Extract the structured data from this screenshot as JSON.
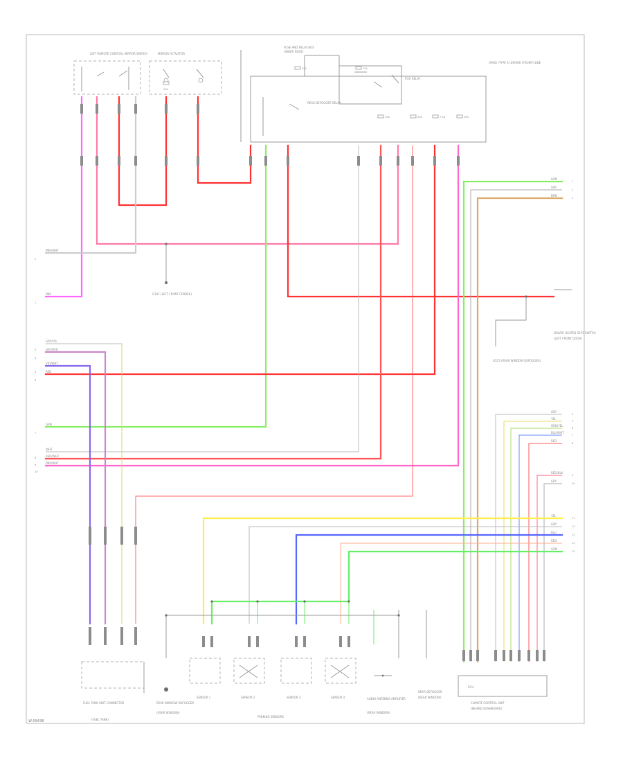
{
  "diagram": {
    "figure_code": "W-09438",
    "connectors_left": [
      {
        "id": "c1",
        "wire": "PNK/WHT",
        "pin": "1"
      },
      {
        "id": "c2",
        "wire": "PNK",
        "pin": "2"
      },
      {
        "id": "c3",
        "wire": "GRY/YEL",
        "pin": "3"
      },
      {
        "id": "c4",
        "wire": "GRY/RED",
        "pin": "4"
      },
      {
        "id": "c5",
        "wire": "VIO/WHT",
        "pin": "5"
      },
      {
        "id": "c6",
        "wire": "RED",
        "pin": "6"
      },
      {
        "id": "c7",
        "wire": "GRN",
        "pin": "7"
      },
      {
        "id": "c8",
        "wire": "WHT",
        "pin": "8"
      },
      {
        "id": "c9",
        "wire": "RED/WHT",
        "pin": "9"
      },
      {
        "id": "c10",
        "wire": "PNK/WHT",
        "pin": "10"
      }
    ],
    "connectors_right": [
      {
        "id": "r1",
        "wire": "GRN",
        "pin": "1"
      },
      {
        "id": "r2",
        "wire": "GRY",
        "pin": "2"
      },
      {
        "id": "r3",
        "wire": "BRN",
        "pin": "3"
      },
      {
        "id": "r4",
        "wire": "GRY",
        "pin": "4"
      },
      {
        "id": "r5",
        "wire": "YEL",
        "pin": "5"
      },
      {
        "id": "r6",
        "wire": "GRN/YEL",
        "pin": "6"
      },
      {
        "id": "r7",
        "wire": "BLU/WHT",
        "pin": "7"
      },
      {
        "id": "r8",
        "wire": "RED",
        "pin": "8"
      },
      {
        "id": "r9",
        "wire": "RED/BLK",
        "pin": "9"
      },
      {
        "id": "r10",
        "wire": "GRY",
        "pin": "10"
      },
      {
        "id": "r11",
        "wire": "YEL",
        "pin": "11"
      },
      {
        "id": "r12",
        "wire": "GRY",
        "pin": "12"
      },
      {
        "id": "r13",
        "wire": "BLU",
        "pin": "13"
      },
      {
        "id": "r14",
        "wire": "RED",
        "pin": "14"
      },
      {
        "id": "r15",
        "wire": "GRN",
        "pin": "15"
      }
    ],
    "components": {
      "top_left_switch": "LEFT REMOTE CONTROL MIRROR SWITCH",
      "top_mid_module": "MIRROR ACTUATOR",
      "fuse_box_title": "FUSE AND RELAY BOX",
      "fuse_box_sub": "UNDER HOOD",
      "relay": "REAR DEFOGGER RELAY",
      "relay2": "FOG RELAY",
      "fuse_a": "10A",
      "fuse_b": "15A",
      "fuse_c": "10A",
      "fuse_d": "20A",
      "fuse_e": "7.5A",
      "fuse_f": "30A",
      "fuse_g": "20A",
      "top_right_note": "(RHD) (TYPE A) DRIVER (FRONT) SIDE",
      "ground_left": "G101 (LEFT FRONT FENDER)",
      "right_sensor": "DRIVER HEATED SEAT SWITCH",
      "right_sensor_sub": "(LEFT FRONT DOOR)",
      "right_ground": "G553 (REAR WINDOW DEFOGGER)",
      "bottom_left_module": "FUEL TANK UNIT CONNECTOR",
      "bottom_left_module_sub": "(FUEL TANK)",
      "bottom_sensor1": "REAR WINDOW DEFOGGER",
      "bottom_sensor1_sub": "(REAR WINDOW)",
      "bottom_s2": "SENSOR 1",
      "bottom_s3": "SENSOR 2",
      "bottom_s4": "SENSOR 3",
      "bottom_s5": "SENSOR 4",
      "sensors_group": "PARKING SENSORS",
      "bottom_antenna": "AUDIO ANTENNA AMPLIFIER",
      "bottom_antenna_sub": "(REAR WINDOW)",
      "bottom_defog2": "REAR DEFOGGER",
      "bottom_defog2_sub": "(REAR WINDOW)",
      "bottom_right_unit": "CLIMATE CONTROL UNIT",
      "bottom_right_unit_sub": "(BEHIND DASHBOARD)",
      "bottom_right_inner": "ECU"
    }
  }
}
